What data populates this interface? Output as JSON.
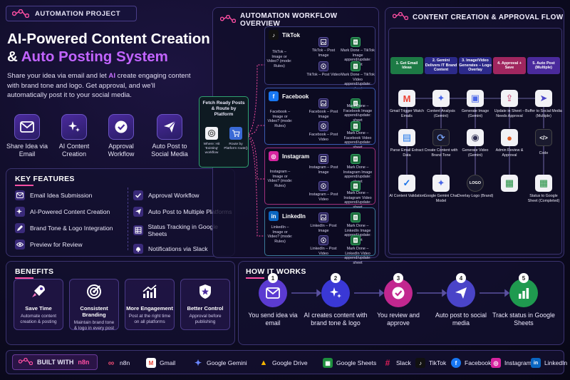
{
  "header": {
    "pill_label": "AUTOMATION PROJECT",
    "title_line1": "AI-Powered Content Creation",
    "title_line2_prefix": "& ",
    "title_line2_highlight": "Auto Posting System",
    "desc_part1": "Share your idea via email and let ",
    "desc_ai": "AI",
    "desc_part2": " create engaging content with brand tone and logo. Get approval, and we'll automatically post it to your social media."
  },
  "steps": [
    {
      "label": "Share Idea via Email",
      "icon": "mail-icon"
    },
    {
      "label": "AI Content Creation",
      "icon": "sparkle-icon"
    },
    {
      "label": "Approval Workflow",
      "icon": "check-icon"
    },
    {
      "label": "Auto Post to Social Media",
      "icon": "send-icon"
    }
  ],
  "key_features": {
    "title": "KEY FEATURES",
    "left": [
      {
        "label": "Email Idea Submission",
        "icon": "mail-icon"
      },
      {
        "label": "AI-Powered Content Creation",
        "icon": "sparkle-icon"
      },
      {
        "label": "Brand Tone & Logo Integration",
        "icon": "pen-icon"
      },
      {
        "label": "Preview for Review",
        "icon": "eye-icon"
      }
    ],
    "right": [
      {
        "label": "Approval Workflow",
        "icon": "check-icon"
      },
      {
        "label": "Auto Post to Multiple Platforms",
        "icon": "send-icon"
      },
      {
        "label": "Status Tracking in Google Sheets",
        "icon": "table-icon"
      },
      {
        "label": "Notifications via Slack",
        "icon": "bell-icon"
      }
    ]
  },
  "benefits": {
    "title": "BENEFITS",
    "items": [
      {
        "title": "Save Time",
        "desc": "Automate content creation & posting",
        "icon": "rocket-icon"
      },
      {
        "title": "Consistent Branding",
        "desc": "Maintain brand tone & logo in every post",
        "icon": "target-icon"
      },
      {
        "title": "More Engagement",
        "desc": "Post at the right time on all platforms",
        "icon": "chart-up-icon"
      },
      {
        "title": "Better Control",
        "desc": "Approval before publishing",
        "icon": "shield-star-icon"
      }
    ]
  },
  "how_it_works": {
    "title": "HOW IT WORKS",
    "steps": [
      {
        "num": "1",
        "label": "You send idea via email",
        "color": "#5b3bd1"
      },
      {
        "num": "2",
        "label": "AI creates content with brand tone & logo",
        "color": "#3a38d6"
      },
      {
        "num": "3",
        "label": "You review and approve",
        "color": "#c2278f"
      },
      {
        "num": "4",
        "label": "Auto post to social media",
        "color": "#4a44c8"
      },
      {
        "num": "5",
        "label": "Track status in Google Sheets",
        "color": "#1f9a4f"
      }
    ]
  },
  "workflow": {
    "title": "AUTOMATION WORKFLOW OVERVIEW",
    "fetch_title": "Fetch Ready Posts & Route by Platform",
    "fetch_node1": "Where: Hit 'Existing' workflow",
    "fetch_node2": "Route by Platform route()",
    "platforms": [
      {
        "name": "TikTok",
        "badge": "♪",
        "color": "#111111",
        "border": "#3a3a7a",
        "router": "TikTok – Image or Video? (mode: Rules)",
        "img_node": "TikTok – Post Image",
        "vid_node": "TikTok – Post Video",
        "img_done": "Mark Done – TikTok Image append/update: sheet",
        "vid_done": "Mark Done – TikTok Video append/update: sheet"
      },
      {
        "name": "Facebook",
        "badge": "f",
        "color": "#1877f2",
        "border": "#3a5ab0",
        "router": "Facebook – Image or Video? (mode: Rules)",
        "img_node": "Facebook – Post Image",
        "vid_node": "Facebook – Post Video",
        "img_done": "Mark Done – Facebook Image append/update: sheet",
        "vid_done": "Mark Done – Facebook Video append/update: sheet"
      },
      {
        "name": "Instagram",
        "badge": "◎",
        "color": "#d6249f",
        "border": "#a0307a",
        "router": "Instagram – Image or Video? (mode: Rules)",
        "img_node": "Instagram – Post Image",
        "vid_node": "Instagram – Post Video",
        "img_done": "Mark Done – Instagram Image append/update: sheet",
        "vid_done": "Mark Done – Instagram Video append/update: sheet"
      },
      {
        "name": "LinkedIn",
        "badge": "in",
        "color": "#0a66c2",
        "border": "#3a7a9a",
        "router": "LinkedIn – Image or Video? (mode: Rules)",
        "img_node": "LinkedIn – Post Image",
        "vid_node": "LinkedIn – Post Video",
        "img_done": "Mark Done – LinkedIn Image append/update: sheet",
        "vid_done": "Mark Done – LinkedIn Video append/update: sheet"
      }
    ]
  },
  "flow": {
    "title": "CONTENT CREATION & APPROVAL FLOW",
    "columns": [
      {
        "head": "1. Get Email Ideas",
        "color": "#1d7a45",
        "nodes": [
          {
            "label": "Gmail Trigger Watch Emails",
            "icon": "gmail-icon",
            "glyph": "M",
            "bg": "#ffffff",
            "fg": "#ea4335"
          },
          {
            "label": "Parse Email Extract Data",
            "icon": "doc-icon",
            "glyph": "▤",
            "bg": "#ffffff",
            "fg": "#1a73e8"
          },
          {
            "label": "AI Content Validation",
            "icon": "validate-icon",
            "glyph": "✓",
            "bg": "#ffffff",
            "fg": "#1a73e8"
          }
        ]
      },
      {
        "head": "2. Gemini Delivers IT Brand Content",
        "color": "#2c2a8a",
        "nodes": [
          {
            "label": "Content Analysis (Gemini)",
            "icon": "sparkle-icon",
            "glyph": "✦",
            "bg": "#ffffff",
            "fg": "#4a66e8"
          },
          {
            "label": "Create Content with Brand Tone",
            "icon": "loop-icon",
            "glyph": "⟳",
            "bg": "#1a1a2e",
            "fg": "#7aa8ff"
          },
          {
            "label": "Google Gemini Chat Model",
            "icon": "gemini-icon",
            "glyph": "✦",
            "bg": "#ffffff",
            "fg": "#4a66e8"
          }
        ]
      },
      {
        "head": "3. Image/Video Generates – Logo Overlay",
        "color": "#2c2a8a",
        "nodes": [
          {
            "label": "Generate Image (Gemini)",
            "icon": "image-icon",
            "glyph": "▣",
            "bg": "#ffffff",
            "fg": "#4a66e8"
          },
          {
            "label": "Generate Video (Gemini)",
            "icon": "video-icon",
            "glyph": "◉",
            "bg": "#ffffff",
            "fg": "#333355"
          },
          {
            "label": "Overlay Logo (Brand)",
            "icon": "logo-icon",
            "glyph": "LOGO",
            "bg": "#1a1a2e",
            "fg": "#ffffff"
          }
        ]
      },
      {
        "head": "4. Approval + Save",
        "color": "#a0265f",
        "nodes": [
          {
            "label": "Update in Sheet – Needs Approval",
            "icon": "sheet-update-icon",
            "glyph": "⇪",
            "bg": "#ffffff",
            "fg": "#c23a6a"
          },
          {
            "label": "Admin Review & Approval",
            "icon": "user-icon",
            "glyph": "●",
            "bg": "#ffffff",
            "fg": "#e0602a"
          },
          {
            "label": "",
            "icon": "sheets-icon",
            "glyph": "▦",
            "bg": "#ffffff",
            "fg": "#1e8e3e"
          }
        ]
      },
      {
        "head": "5. Auto Post (Multiple)",
        "color": "#4a2a9c",
        "nodes": [
          {
            "label": "Buffer to Social Media (Multiple)",
            "icon": "send-icon",
            "glyph": "➤",
            "bg": "#ffffff",
            "fg": "#4a44c8"
          },
          {
            "label": "Code",
            "icon": "code-icon",
            "glyph": "</>",
            "bg": "#1a1a2e",
            "fg": "#ffffff"
          },
          {
            "label": "Status to Google Sheet (Completed)",
            "icon": "sheets-icon",
            "glyph": "▦",
            "bg": "#ffffff",
            "fg": "#1e8e3e"
          }
        ]
      }
    ]
  },
  "built_with": {
    "label": "BUILT WITH",
    "brand": "n8n",
    "tools": [
      {
        "name": "n8n",
        "glyph": "∞",
        "color": "#ea4b71"
      },
      {
        "name": "Gmail",
        "glyph": "M",
        "color": "#ea4335"
      },
      {
        "name": "Google Gemini",
        "glyph": "✦",
        "color": "#4a66e8"
      },
      {
        "name": "Google Drive",
        "glyph": "▲",
        "color": "#1e8e3e"
      },
      {
        "name": "Google Sheets",
        "glyph": "▦",
        "color": "#1e8e3e"
      },
      {
        "name": "Slack",
        "glyph": "#",
        "color": "#e01e5a"
      },
      {
        "name": "TikTok",
        "glyph": "♪",
        "color": "#111111"
      },
      {
        "name": "Facebook",
        "glyph": "f",
        "color": "#1877f2"
      },
      {
        "name": "Instagram",
        "glyph": "◎",
        "color": "#d6249f"
      },
      {
        "name": "LinkedIn",
        "glyph": "in",
        "color": "#0a66c2"
      }
    ]
  }
}
